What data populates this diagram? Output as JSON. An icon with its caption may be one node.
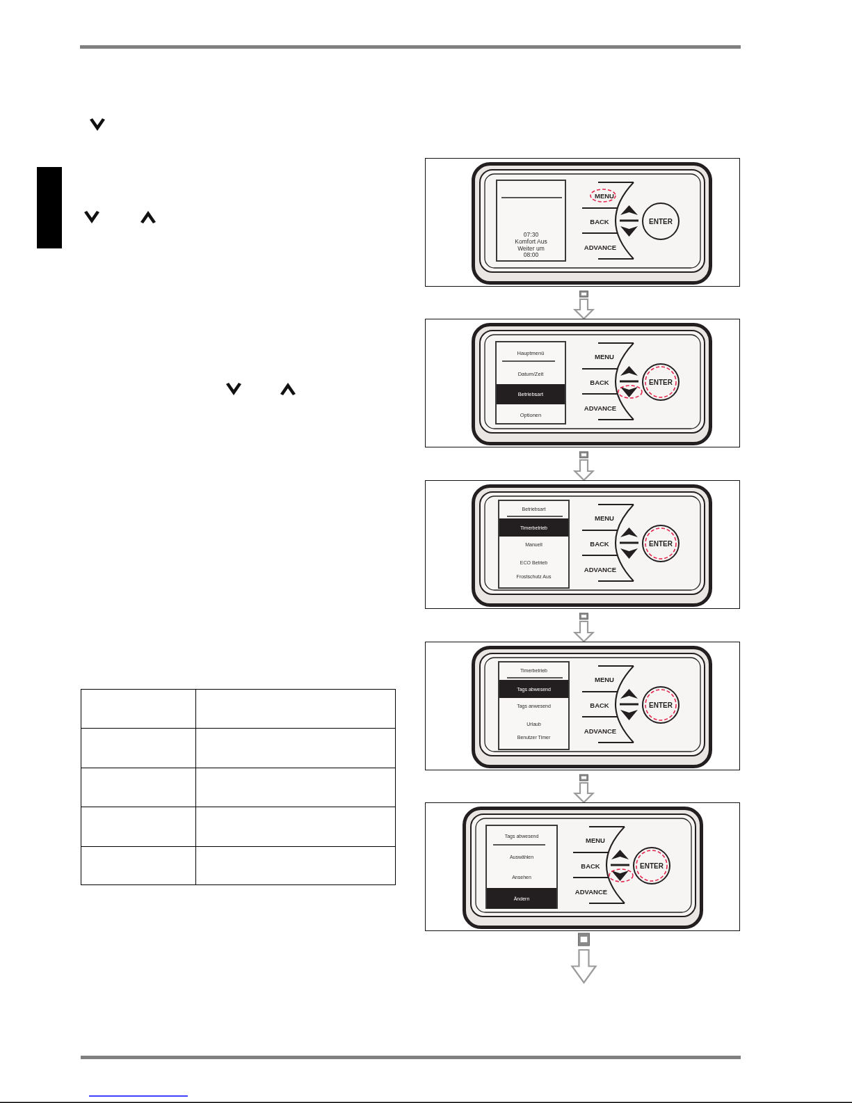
{
  "diagram": {
    "nodes": [
      {
        "text": [
          "MENU",
          "BACK",
          "ADVANCE"
        ]
      },
      {
        "text": [
          "07:30",
          "Komfort Aus",
          "Weiter um",
          "08:00"
        ],
        "in": 0
      },
      {
        "text": [
          "ENTER"
        ],
        "in": 0
      },
      {
        "text": [
          "MENU",
          "BACK",
          "ADVANCE"
        ]
      },
      {
        "text": [
          "Hauptmenü",
          "Datum/Zeit",
          "Optionen"
        ],
        "in": 3
      },
      {
        "text": [
          "Betriebsart"
        ],
        "in": 4
      },
      {
        "text": [
          "ENTER"
        ],
        "in": 3
      },
      {
        "text": [
          "MENU",
          "BACK",
          "ADVANCE"
        ]
      },
      {
        "text": [
          "Betriebsart",
          "Manuell",
          "ECO Betrieb",
          "Frostschutz Aus"
        ],
        "in": 7
      },
      {
        "text": [
          "Timerbetrieb"
        ],
        "in": 8
      },
      {
        "text": [
          "ENTER"
        ],
        "in": 7
      },
      {
        "text": [
          "MENU",
          "BACK",
          "ADVANCE"
        ]
      },
      {
        "text": [
          "Timerbetrieb",
          "Tags anwesend",
          "Urlaub",
          "Benutzer Timer"
        ],
        "in": 11
      },
      {
        "text": [
          "Tags abwesend"
        ],
        "in": 12
      },
      {
        "text": [
          "ENTER"
        ],
        "in": 11
      },
      {
        "text": [
          "MENU",
          "BACK",
          "ADVANCE"
        ]
      },
      {
        "text": [
          "Tags abwesend",
          "Auswählen",
          "Ansehen"
        ],
        "in": 15
      },
      {
        "text": [
          "Ändern"
        ],
        "in": 16
      },
      {
        "text": [
          "ENTER"
        ],
        "in": 15
      },
      {
        "text": [],
        "shape": "bar"
      }
    ],
    "edges": [
      {
        "from": 0,
        "to": 3,
        "arrow": "to"
      },
      {
        "from": 3,
        "to": 7,
        "arrow": "to"
      },
      {
        "from": 7,
        "to": 11,
        "arrow": "to"
      },
      {
        "from": 11,
        "to": 15,
        "arrow": "to"
      },
      {
        "from": 15,
        "to": null,
        "arrow": "to"
      }
    ]
  }
}
